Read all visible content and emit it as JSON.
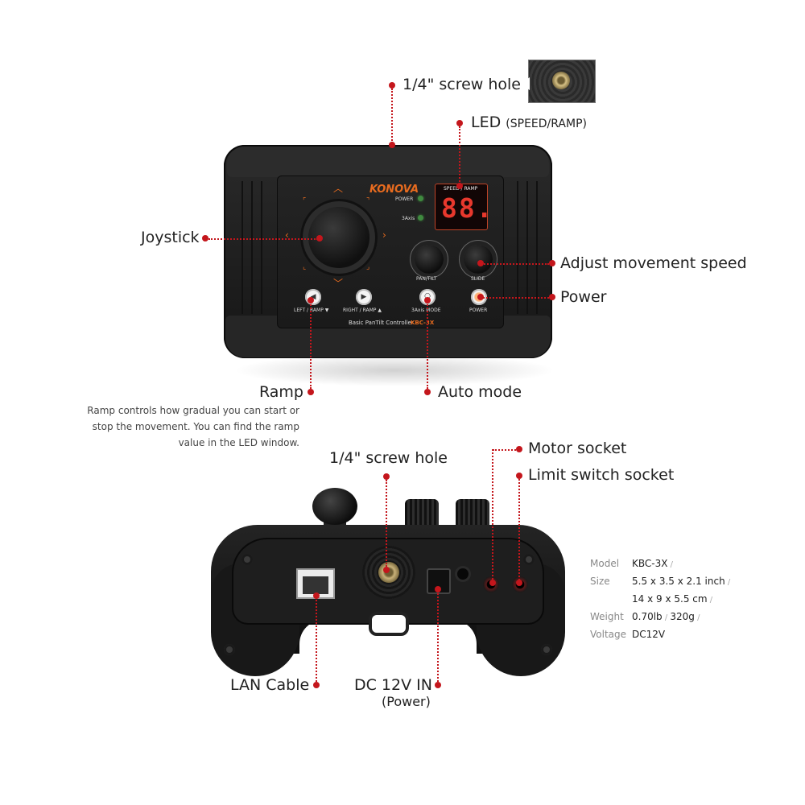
{
  "labels": {
    "screw_hole_top": "1/4\" screw hole",
    "led": "LED",
    "led_sub": "(SPEED/RAMP)",
    "joystick": "Joystick",
    "adjust_speed": "Adjust movement speed",
    "power": "Power",
    "ramp": "Ramp",
    "auto_mode": "Auto mode",
    "screw_hole_bottom": "1/4\" screw hole",
    "motor_socket": "Motor socket",
    "limit_switch": "Limit switch socket",
    "lan_cable": "LAN Cable",
    "dc_in": "DC 12V IN",
    "dc_in_sub": "(Power)"
  },
  "ramp_description": [
    "Ramp controls how gradual you can start or",
    "stop the movement. You can find the ramp",
    "value in the LED window."
  ],
  "device_top": {
    "brand": "KONOVA",
    "power_led_label": "POWER",
    "axis_led_label": "3Axis",
    "display_label": "SPEED / RAMP",
    "display_value": "88.",
    "knob_left_label": "PAN/TILT",
    "knob_right_label": "SLIDE",
    "btn_left_label": "LEFT / RAMP ▼",
    "btn_right_label": "RIGHT / RAMP ▲",
    "btn_mode_label": "3Axis MODE",
    "btn_power_label": "POWER",
    "model_line": "Basic PanTilt Controller",
    "model_code": "KBC-3X"
  },
  "specs": [
    {
      "key": "Model",
      "lines": [
        "KBC-3X"
      ]
    },
    {
      "key": "Size",
      "lines": [
        "5.5 x 3.5 x 2.1 inch",
        "14 x 9 x 5.5 cm"
      ]
    },
    {
      "key": "Weight",
      "lines": [
        "0.70lb",
        "320g"
      ]
    },
    {
      "key": "Voltage",
      "lines": [
        "DC12V"
      ]
    }
  ],
  "colors": {
    "accent": "#c4161c",
    "brand": "#e76b1f",
    "led": "#e8382d"
  }
}
